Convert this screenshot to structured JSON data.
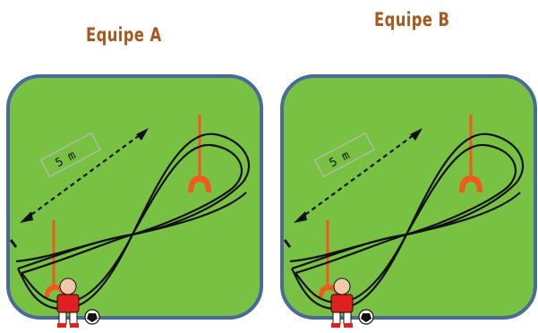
{
  "teams": [
    {
      "title": "Equipe A",
      "distance_label": "5 m"
    },
    {
      "title": "Equipe B",
      "distance_label": "5 m"
    }
  ],
  "colors": {
    "field_fill": "#79c143",
    "field_border": "#4a6b9a",
    "cone_marker": "#f05a1e",
    "title": "#a8581c",
    "path": "#111111",
    "player_shirt": "#e01f1f"
  },
  "icons": [
    "cone-start-icon",
    "cone-far-icon",
    "player-icon",
    "ball-icon"
  ]
}
